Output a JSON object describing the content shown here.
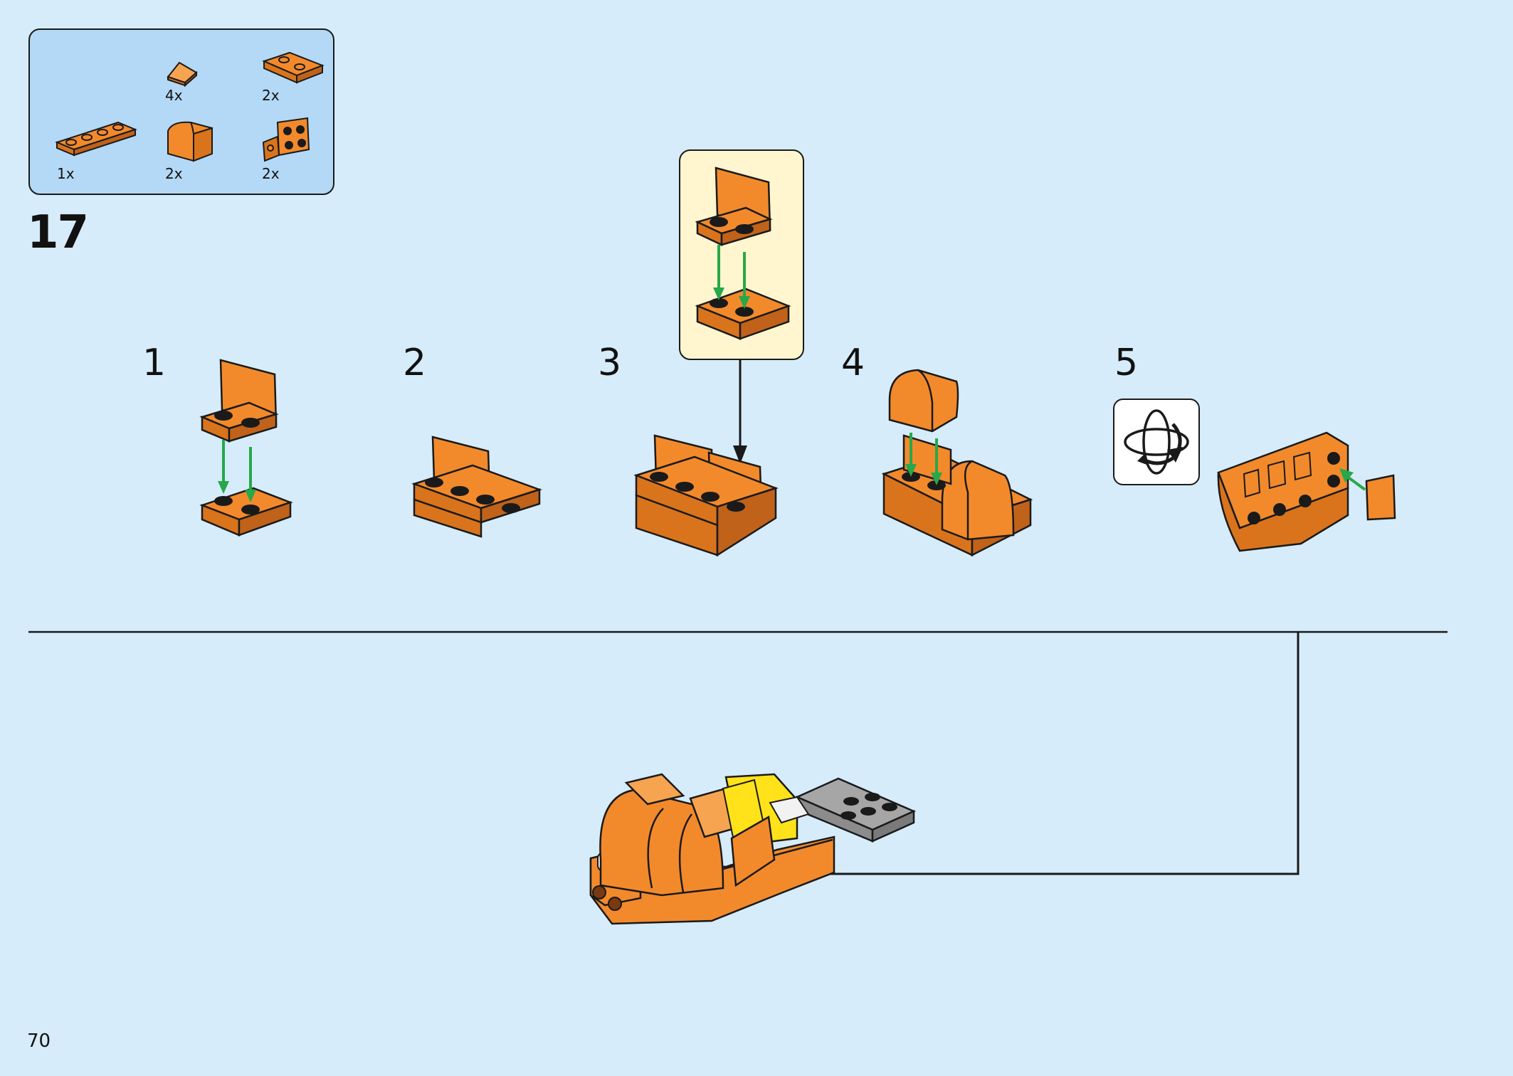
{
  "step": {
    "number": "17"
  },
  "parts_list": [
    {
      "icon": "slope-brick-icon",
      "qty": "4x"
    },
    {
      "icon": "plate-2x2-icon",
      "qty": "2x"
    },
    {
      "icon": "plate-1x4-icon",
      "qty": "1x"
    },
    {
      "icon": "curved-brick-icon",
      "qty": "2x"
    },
    {
      "icon": "bracket-plate-icon",
      "qty": "2x"
    }
  ],
  "substeps": [
    {
      "number": "1"
    },
    {
      "number": "2"
    },
    {
      "number": "3"
    },
    {
      "number": "4"
    },
    {
      "number": "5"
    }
  ],
  "colors": {
    "background": "#d6ecfa",
    "parts_box": "#b3d9f6",
    "callout": "#fff6cf",
    "brick_orange": "#f28a2c",
    "brick_orange_light": "#f7a451",
    "arrow_green": "#27a84a",
    "plate_gray": "#a6a6a6",
    "accent_yellow": "#ffe21a"
  },
  "page": {
    "number": "70"
  }
}
